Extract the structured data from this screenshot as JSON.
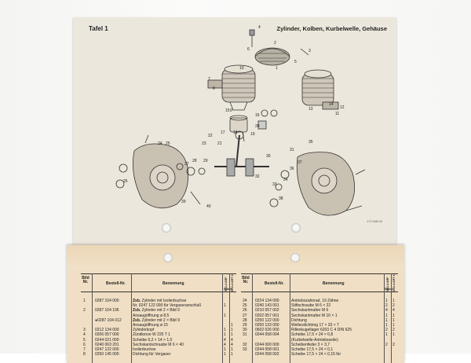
{
  "page_top": {
    "plate_label": "Tafel 1",
    "plate_title": "Zylinder, Kolben, Kurbelwelle, Gehäuse",
    "image_code": "171 0160.44",
    "callouts": [
      "1",
      "2",
      "3",
      "4",
      "5",
      "6",
      "7",
      "8",
      "9",
      "10",
      "11",
      "12",
      "13",
      "14",
      "15",
      "16",
      "17",
      "18",
      "19",
      "20",
      "21",
      "22",
      "23",
      "24",
      "25",
      "26",
      "27",
      "28",
      "29",
      "30",
      "31",
      "32",
      "33",
      "34",
      "35",
      "36",
      "37",
      "38",
      "39",
      "40"
    ]
  },
  "parts_table": {
    "headers": {
      "bild_nr": "Bild Nr.",
      "bestell_nr": "Bestell-Nr.",
      "benennung": "Benennung",
      "col_a": "SR1-4 ARF",
      "col_b": "SR1-4 ART X",
      "stueck": "Stück"
    },
    "left_rows": [
      {
        "nr": "1",
        "bestell": "0287 104 000",
        "text": "Zsb. Zylinder mit Isolierbuchse",
        "a": "",
        "b": "",
        "bold": true
      },
      {
        "nr": "",
        "bestell": "",
        "text": "Nr. 0247 122 000 für Vergaseranschluß",
        "a": "1",
        "b": "",
        "bold": false
      },
      {
        "nr": "2",
        "bestell": "0287 104 106",
        "text": "Zsb. Zylinder mit 2 × Bild 9",
        "a": "",
        "b": "",
        "bold": true
      },
      {
        "nr": "",
        "bestell": "",
        "text": "Ansaugöffnung ø 8,5",
        "a": "1",
        "b": "",
        "bold": false
      },
      {
        "nr": "",
        "bestell": "●0287 104 012",
        "text": "Zsb. Zylinder mit 2 × Bild 9",
        "a": "",
        "b": "",
        "bold": true
      },
      {
        "nr": "",
        "bestell": "",
        "text": "Ansaugöffnung ø 15",
        "a": "",
        "b": "1",
        "bold": false
      },
      {
        "nr": "3",
        "bestell": "0212 134 000",
        "text": "Zylinderkopf",
        "a": "1",
        "b": "1",
        "bold": false
      },
      {
        "nr": "4",
        "bestell": "0206 057 009",
        "text": "Zündkerze W 225 T 1",
        "a": "1",
        "b": "1",
        "bold": false
      },
      {
        "nr": "5",
        "bestell": "0244 021 000",
        "text": "Scheibe 6,2 × 14 × 1,5",
        "a": "4",
        "b": "4",
        "bold": false
      },
      {
        "nr": "6",
        "bestell": "0240 063 201",
        "text": "Sechskantschraube M 6 × 40",
        "a": "4",
        "b": "4",
        "bold": false
      },
      {
        "nr": "7",
        "bestell": "0247 122 000",
        "text": "Isolierbuchse",
        "a": "1",
        "b": "1",
        "bold": false
      },
      {
        "nr": "8",
        "bestell": "0250 145 000",
        "text": "Dichtung für Vergaser",
        "a": "1",
        "b": "1",
        "bold": false
      }
    ],
    "right_rows": [
      {
        "nr": "24",
        "bestell": "0224 134 000",
        "text": "Antriebszahnrad, 19 Zähne",
        "a": "1",
        "b": "1",
        "bold": false
      },
      {
        "nr": "25",
        "bestell": "0240 143 001",
        "text": "Stiftschraube M 6 × 22",
        "a": "2",
        "b": "2",
        "bold": false
      },
      {
        "nr": "26",
        "bestell": "0210 057 002",
        "text": "Sechskantmutter M 6",
        "a": "4",
        "b": "4",
        "bold": false
      },
      {
        "nr": "27",
        "bestell": "0202 057 001",
        "text": "Sechskantmutter M 10 × 1",
        "a": "1",
        "b": "1",
        "bold": false
      },
      {
        "nr": "28",
        "bestell": "0250 122 000",
        "text": "Dichtung",
        "a": "1",
        "b": "1",
        "bold": false
      },
      {
        "nr": "29",
        "bestell": "0250 133 000",
        "text": "Wellendichtring 17 × 33 × 7",
        "a": "1",
        "b": "1",
        "bold": false
      },
      {
        "nr": "30",
        "bestell": "0602 026 000",
        "text": "Rillenkugellager 6203 C 4 DIN 625",
        "a": "2",
        "b": "2",
        "bold": false
      },
      {
        "nr": "31",
        "bestell": "0244 058 004",
        "text": "Scheibe 17,5 × 24 × 0,8",
        "a": "1",
        "b": "1",
        "bold": false
      },
      {
        "nr": "",
        "bestell": "",
        "text": "(Kurbelwelle-Antriebsseite)",
        "a": "",
        "b": "",
        "bold": false
      },
      {
        "nr": "32",
        "bestell": "0244 000 000",
        "text": "Scheibenfeder 3 × 3,7",
        "a": "2",
        "b": "2",
        "bold": false
      },
      {
        "nr": "33",
        "bestell": "0244 058 001",
        "text": "Scheibe 17,5 × 24 × 0,1",
        "a": "",
        "b": "",
        "bold": false
      },
      {
        "nr": "",
        "bestell": "0244 058 002",
        "text": "Scheibe 17,5 × 24 × 0,15  für",
        "a": "",
        "b": "",
        "bold": false
      }
    ]
  }
}
